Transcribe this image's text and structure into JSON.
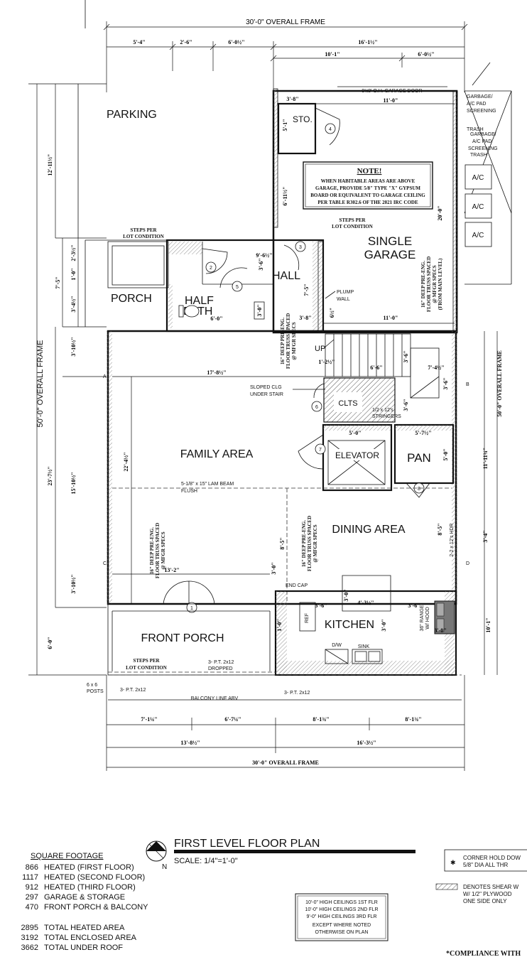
{
  "plan": {
    "title": "FIRST LEVEL FLOOR PLAN",
    "scale": "SCALE: 1/4\"=1'-0\"",
    "north": "N"
  },
  "dimensions": {
    "overall_top": "30'-0\" OVERALL FRAME",
    "overall_bottom": "30'-0\" OVERALL FRAME",
    "overall_left": "50'-0\" OVERALL FRAME",
    "overall_right": "50'-0\" OVERALL FRAME",
    "top_row": [
      "5'-4\"",
      "2'-6\"",
      "6'-0½\"",
      "16'-1½\""
    ],
    "top_row2": [
      "10'-1\"",
      "6'-0½\""
    ],
    "bottom_row": [
      "7'-1¼\"",
      "6'-7¼\"",
      "8'-1¾\"",
      "8'-1¾\""
    ],
    "bottom_row2": [
      "13'-8½\"",
      "16'-3½\""
    ],
    "left": [
      "12'-11½\"",
      "7'-5\"",
      "2'-3½\"",
      "1'-0\"",
      "3'-4½\"",
      "3'-10½\"",
      "23'-7½\"",
      "15'-10½\"",
      "3'-10½\"",
      "6'-0\""
    ],
    "right": [
      "11'-11¾\"",
      "3'-4\"",
      "10'-1\"",
      "8'-5\""
    ],
    "interior": [
      "3'-8\"",
      "11'-0\"",
      "5'-1\"",
      "6'-11½\"",
      "20'-0\"",
      "9'-6½\"",
      "3'-6\"",
      "7'-5\"",
      "3'-8\"",
      "11'-0\"",
      "6½\"",
      "6'-0\"",
      "3'-0\"",
      "17'-8½\"",
      "1'-2½\"",
      "6'-6\"",
      "3'-6\"",
      "3'-6\"",
      "7'-4½\"",
      "3'-6\"",
      "5'-0\"",
      "5'-7½\"",
      "5'-0\"",
      "22'-4½\"",
      "13'-2\"",
      "3'-0\"",
      "8'-5\"",
      "3'-6\"",
      "4'-3½\"",
      "3'-6\"",
      "3'-0\"",
      "3'-0\"",
      "1'-0\"",
      "3'-0\"",
      "2'-6\""
    ]
  },
  "rooms": {
    "parking": "PARKING",
    "sto": "STO.",
    "single_garage_1": "SINGLE",
    "single_garage_2": "GARAGE",
    "hall": "HALL",
    "half_bath_1": "HALF",
    "half_bath_2": "BATH",
    "porch": "PORCH",
    "family_area": "FAMILY AREA",
    "elevator": "ELEVATOR",
    "pan": "PAN",
    "dining_area": "DINING AREA",
    "kitchen": "KITCHEN",
    "front_porch": "FRONT PORCH",
    "clts": "CLTS"
  },
  "notes": {
    "note_title": "NOTE!",
    "note_lines": [
      "WHEN HABITABLE AREAS ARE ABOVE",
      "GARAGE, PROVIDE 5/8\" TYPE \"X\" GYPSUM",
      "BOARD OR EQUIVALENT TO GARAGE CEILING",
      "PER TABLE R302.6 OF THE 2021 IRC CODE"
    ],
    "garage_door": "9'x8' O.H. GARAGE DOOR",
    "garbage_1": "GARBAGE/",
    "garbage_2": "A/C PAD",
    "garbage_3": "SCREENING",
    "trash": "TRASH",
    "garbage_b1": "GARBAGE/",
    "garbage_b2": "A/C PAD",
    "garbage_b3": "SCREENING",
    "trash_b": "TRASH",
    "ac": "A/C",
    "steps_lot_1": "STEPS PER",
    "steps_lot_2": "LOT CONDITION",
    "steps_garage_1": "STEPS PER",
    "steps_garage_2": "LOT CONDITION",
    "steps_front_1": "STEPS PER",
    "steps_front_2": "LOT CONDITION",
    "truss_1": "16\" DEEP PRE-ENG.",
    "truss_2": "FLOOR TRUSS SPACED",
    "truss_3": "@ MFGR SPECS",
    "truss_main_4": "(FROM MAIN LEVEL)",
    "plump_1": "PLUMP",
    "plump_2": "WALL",
    "up": "UP",
    "sloped_1": "SLOPED CLG",
    "sloped_2": "UNDER STAIR",
    "stringers_1": "1/2 x 12's",
    "stringers_2": "STRINGERS",
    "lam_beam_1": "5-1/8\" x 15\" LAM BEAM",
    "lam_beam_2": "FLUSH",
    "hdr": "2-2 x 12's HDR",
    "end_cap": "END CAP",
    "ref": "REF",
    "dw": "D/W",
    "sink": "SINK",
    "range_1": "36\" RANGE",
    "range_2": "W/ HOOD",
    "pt_dropped_1": "3- P.T. 2x12",
    "pt_dropped_2": "DROPPED",
    "posts_1": "6 x 6",
    "posts_2": "POSTS",
    "pt_left": "3- P.T. 2x12",
    "pt_right": "3- P.T. 2x12",
    "balcony": "BALCONY LINE ABV"
  },
  "door_tags": [
    "1",
    "2",
    "3",
    "4",
    "5",
    "6",
    "7",
    "8"
  ],
  "wall_tags": [
    "A",
    "B",
    "C",
    "D"
  ],
  "square_footage": {
    "heading": "SQUARE FOOTAGE",
    "rows": [
      {
        "value": "866",
        "label": "HEATED (FIRST FLOOR)"
      },
      {
        "value": "1117",
        "label": "HEATED (SECOND FLOOR)"
      },
      {
        "value": "912",
        "label": "HEATED (THIRD FLOOR)"
      },
      {
        "value": "297",
        "label": "GARAGE & STORAGE"
      },
      {
        "value": "470",
        "label": "FRONT PORCH & BALCONY"
      }
    ],
    "totals": [
      {
        "value": "2895",
        "label": "TOTAL HEATED AREA"
      },
      {
        "value": "3192",
        "label": "TOTAL ENCLOSED AREA"
      },
      {
        "value": "3662",
        "label": "TOTAL UNDER ROOF"
      }
    ]
  },
  "ceilings": {
    "lines": [
      "10'-0\" HIGH CEILINGS 1ST FLR",
      "10'-0\" HIGH CEILINGS 2ND FLR",
      "9'-0\" HIGH CEILINGS 3RD FLR",
      "EXCEPT WHERE NOTED",
      "OTHERWISE ON PLAN"
    ]
  },
  "legend": {
    "corner_1": "CORNER HOLD DOW",
    "corner_2": "5/8\" DIA ALL THR",
    "shear_1": "DENOTES SHEAR W",
    "shear_2": "W/ 1/2\" PLYWOOD",
    "shear_3": "ONE SIDE ONLY",
    "compliance": "*COMPLIANCE WITH"
  }
}
